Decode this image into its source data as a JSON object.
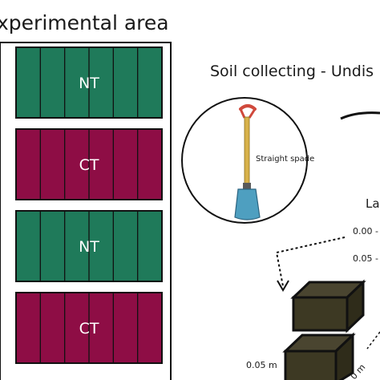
{
  "diagram": {
    "area_title": "xperimental area",
    "plots": [
      {
        "label": "NT",
        "fill": "#1f7a5a"
      },
      {
        "label": "CT",
        "fill": "#8e0d45"
      },
      {
        "label": "NT",
        "fill": "#1f7a5a"
      },
      {
        "label": "CT",
        "fill": "#8e0d45"
      }
    ],
    "collecting_title": "Soil collecting - Undis",
    "tool_label": "Straight spade",
    "layer_header": "La",
    "depth_labels": [
      "0.00 -",
      "0.05 -"
    ],
    "block_height_label": "0.05 m",
    "edge_label": "0 m",
    "colors": {
      "nt_green": "#1f7a5a",
      "ct_maroon": "#8e0d45",
      "soil_block": "#3d3923",
      "spade_blade": "#4e9fc0",
      "spade_handle": "#d8b24a",
      "spade_grip": "#d0493c"
    }
  }
}
